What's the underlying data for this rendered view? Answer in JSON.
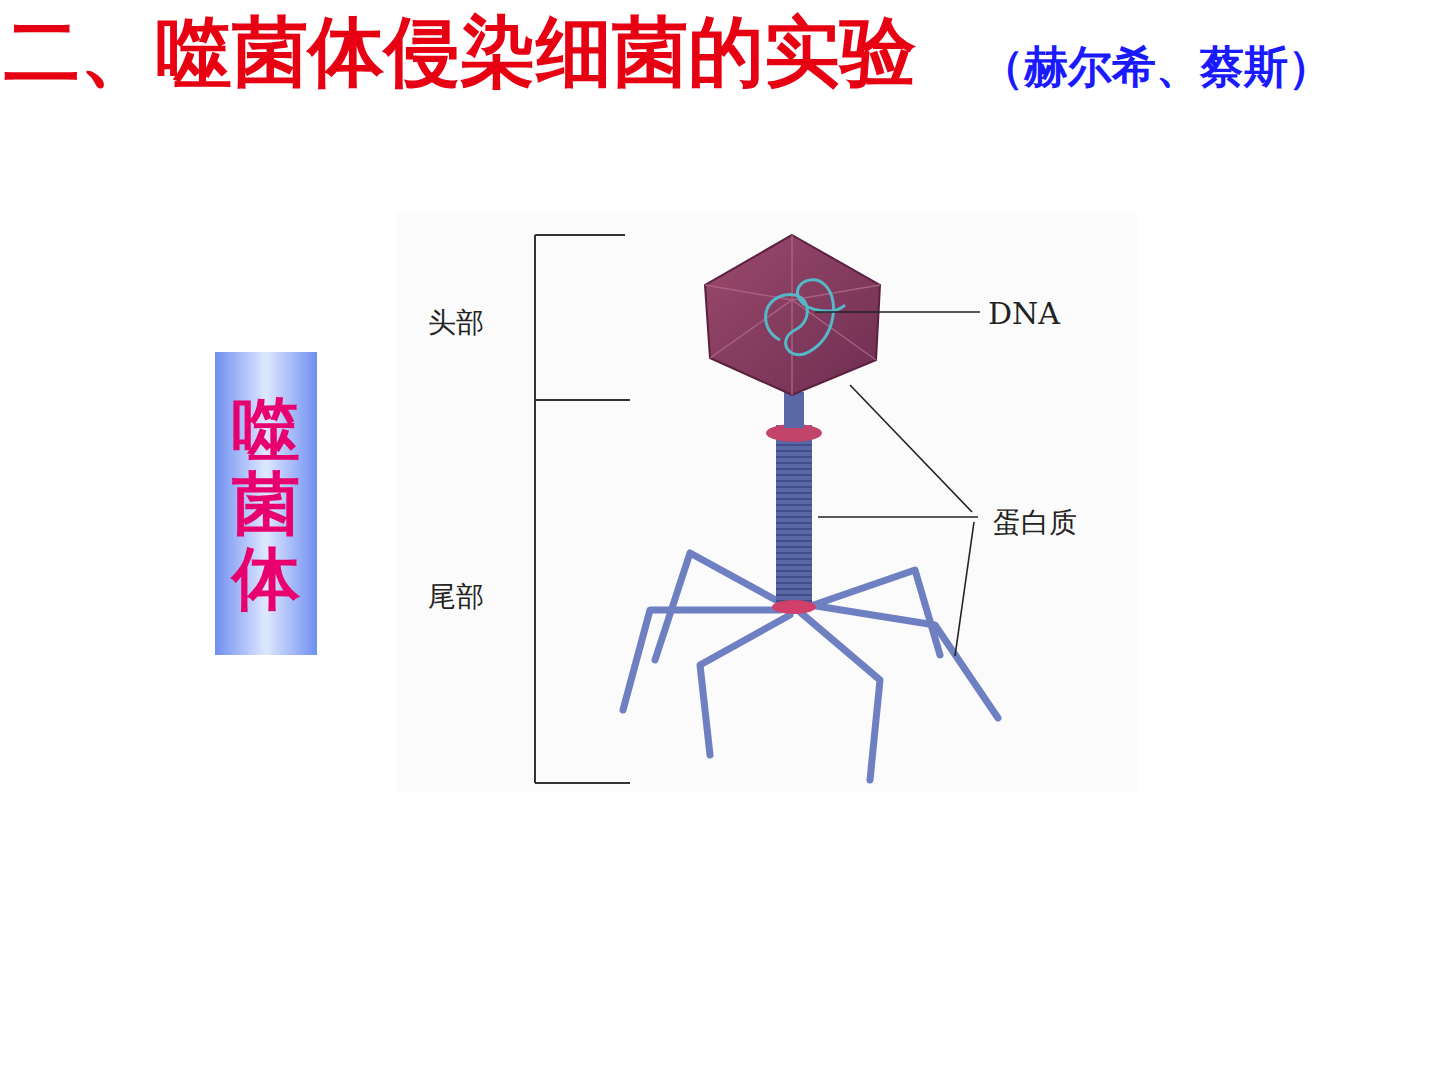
{
  "diagram": {
    "title": "二、噬菌体侵染细菌的实验",
    "nodes": [
      {
        "text": [
          "噬菌体"
        ]
      }
    ],
    "labels": [
      "（赫尔希、蔡斯）",
      "头部",
      "DNA",
      "尾部",
      "蛋白质"
    ]
  }
}
